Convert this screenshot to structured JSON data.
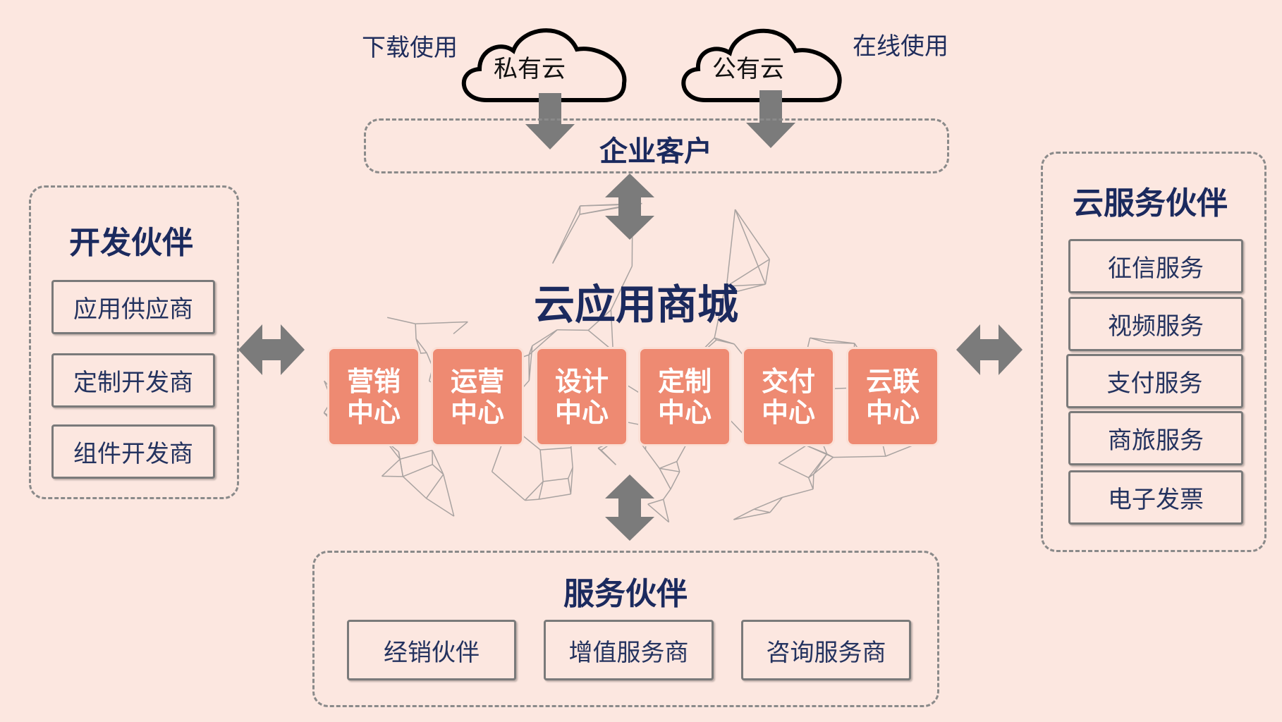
{
  "top": {
    "download_label": "下载使用",
    "online_label": "在线使用",
    "private_cloud": "私有云",
    "public_cloud": "公有云",
    "enterprise_customers": "企业客户"
  },
  "core": {
    "title": "云应用商城",
    "centers": [
      {
        "line1": "营销",
        "line2": "中心"
      },
      {
        "line1": "运营",
        "line2": "中心"
      },
      {
        "line1": "设计",
        "line2": "中心"
      },
      {
        "line1": "定制",
        "line2": "中心"
      },
      {
        "line1": "交付",
        "line2": "中心"
      },
      {
        "line1": "云联",
        "line2": "中心"
      }
    ]
  },
  "dev_partners": {
    "title": "开发伙伴",
    "items": [
      "应用供应商",
      "定制开发商",
      "组件开发商"
    ]
  },
  "cloud_service_partners": {
    "title": "云服务伙伴",
    "items": [
      "征信服务",
      "视频服务",
      "支付服务",
      "商旅服务",
      "电子发票"
    ]
  },
  "service_partners": {
    "title": "服务伙伴",
    "items": [
      "经销伙伴",
      "增值服务商",
      "咨询服务商"
    ]
  },
  "colors": {
    "background": "#fce7e0",
    "center_box": "#ee8a72",
    "arrow": "#7b7b7b",
    "title_text": "#1b2a5e"
  }
}
